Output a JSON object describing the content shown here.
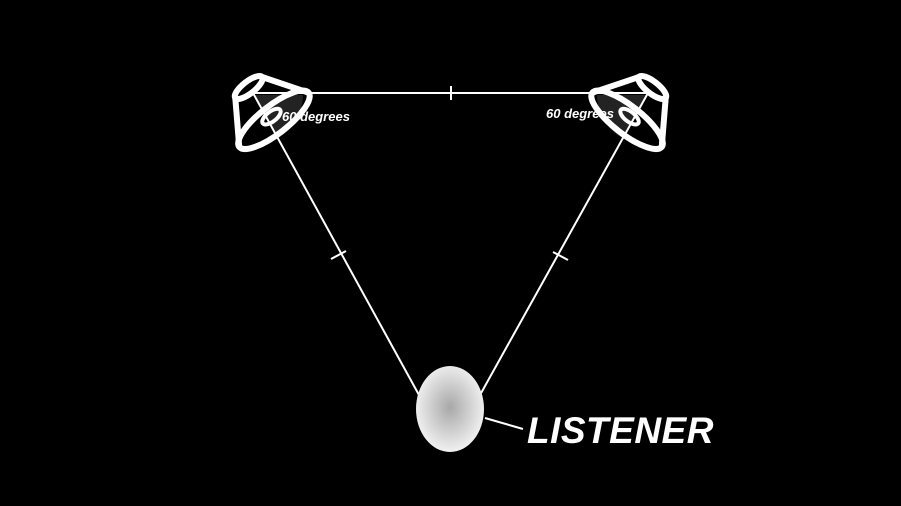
{
  "diagram": {
    "left_angle_label": "60 degrees",
    "right_angle_label": "60 degrees",
    "listener_label": "LISTENER"
  },
  "colors": {
    "background": "#000000",
    "line": "#ffffff",
    "arc": "#3a3a3a",
    "listener_fill_center": "#a8a8a8",
    "listener_fill_edge": "#f5f5f5"
  },
  "icons": {
    "left_speaker": "speaker-icon",
    "right_speaker": "speaker-icon",
    "listener": "listener-head-icon"
  }
}
